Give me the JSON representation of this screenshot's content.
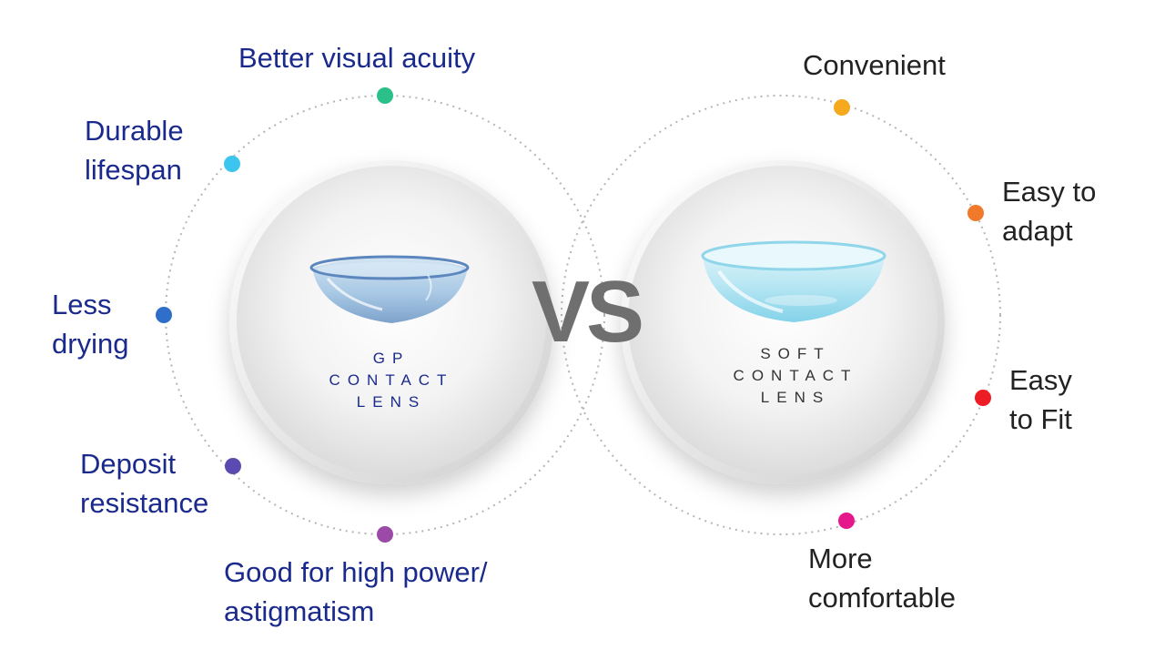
{
  "vs": "VS",
  "gp_lens": {
    "title_lines": [
      "GP",
      "CONTACT",
      "LENS"
    ],
    "color": "#1a2a8c",
    "benefits": [
      {
        "lines": [
          "Better visual acuity"
        ],
        "dot_color": "#2bbf8a"
      },
      {
        "lines": [
          "Durable",
          "lifespan"
        ],
        "dot_color": "#3cc6ef"
      },
      {
        "lines": [
          "Less",
          "drying"
        ],
        "dot_color": "#2f6fc9"
      },
      {
        "lines": [
          "Deposit",
          "resistance"
        ],
        "dot_color": "#5b4bb0"
      },
      {
        "lines": [
          "Good for high power/",
          "astigmatism"
        ],
        "dot_color": "#9b4aa8"
      }
    ]
  },
  "soft_lens": {
    "title_lines": [
      "SOFT",
      "CONTACT",
      "LENS"
    ],
    "color": "#333333",
    "benefits": [
      {
        "lines": [
          "Convenient"
        ],
        "dot_color": "#f4a91f"
      },
      {
        "lines": [
          "Easy to",
          "adapt"
        ],
        "dot_color": "#f07a2a"
      },
      {
        "lines": [
          "Easy",
          "to Fit"
        ],
        "dot_color": "#ee1c25"
      },
      {
        "lines": [
          "More",
          "comfortable"
        ],
        "dot_color": "#e6178a"
      }
    ]
  }
}
